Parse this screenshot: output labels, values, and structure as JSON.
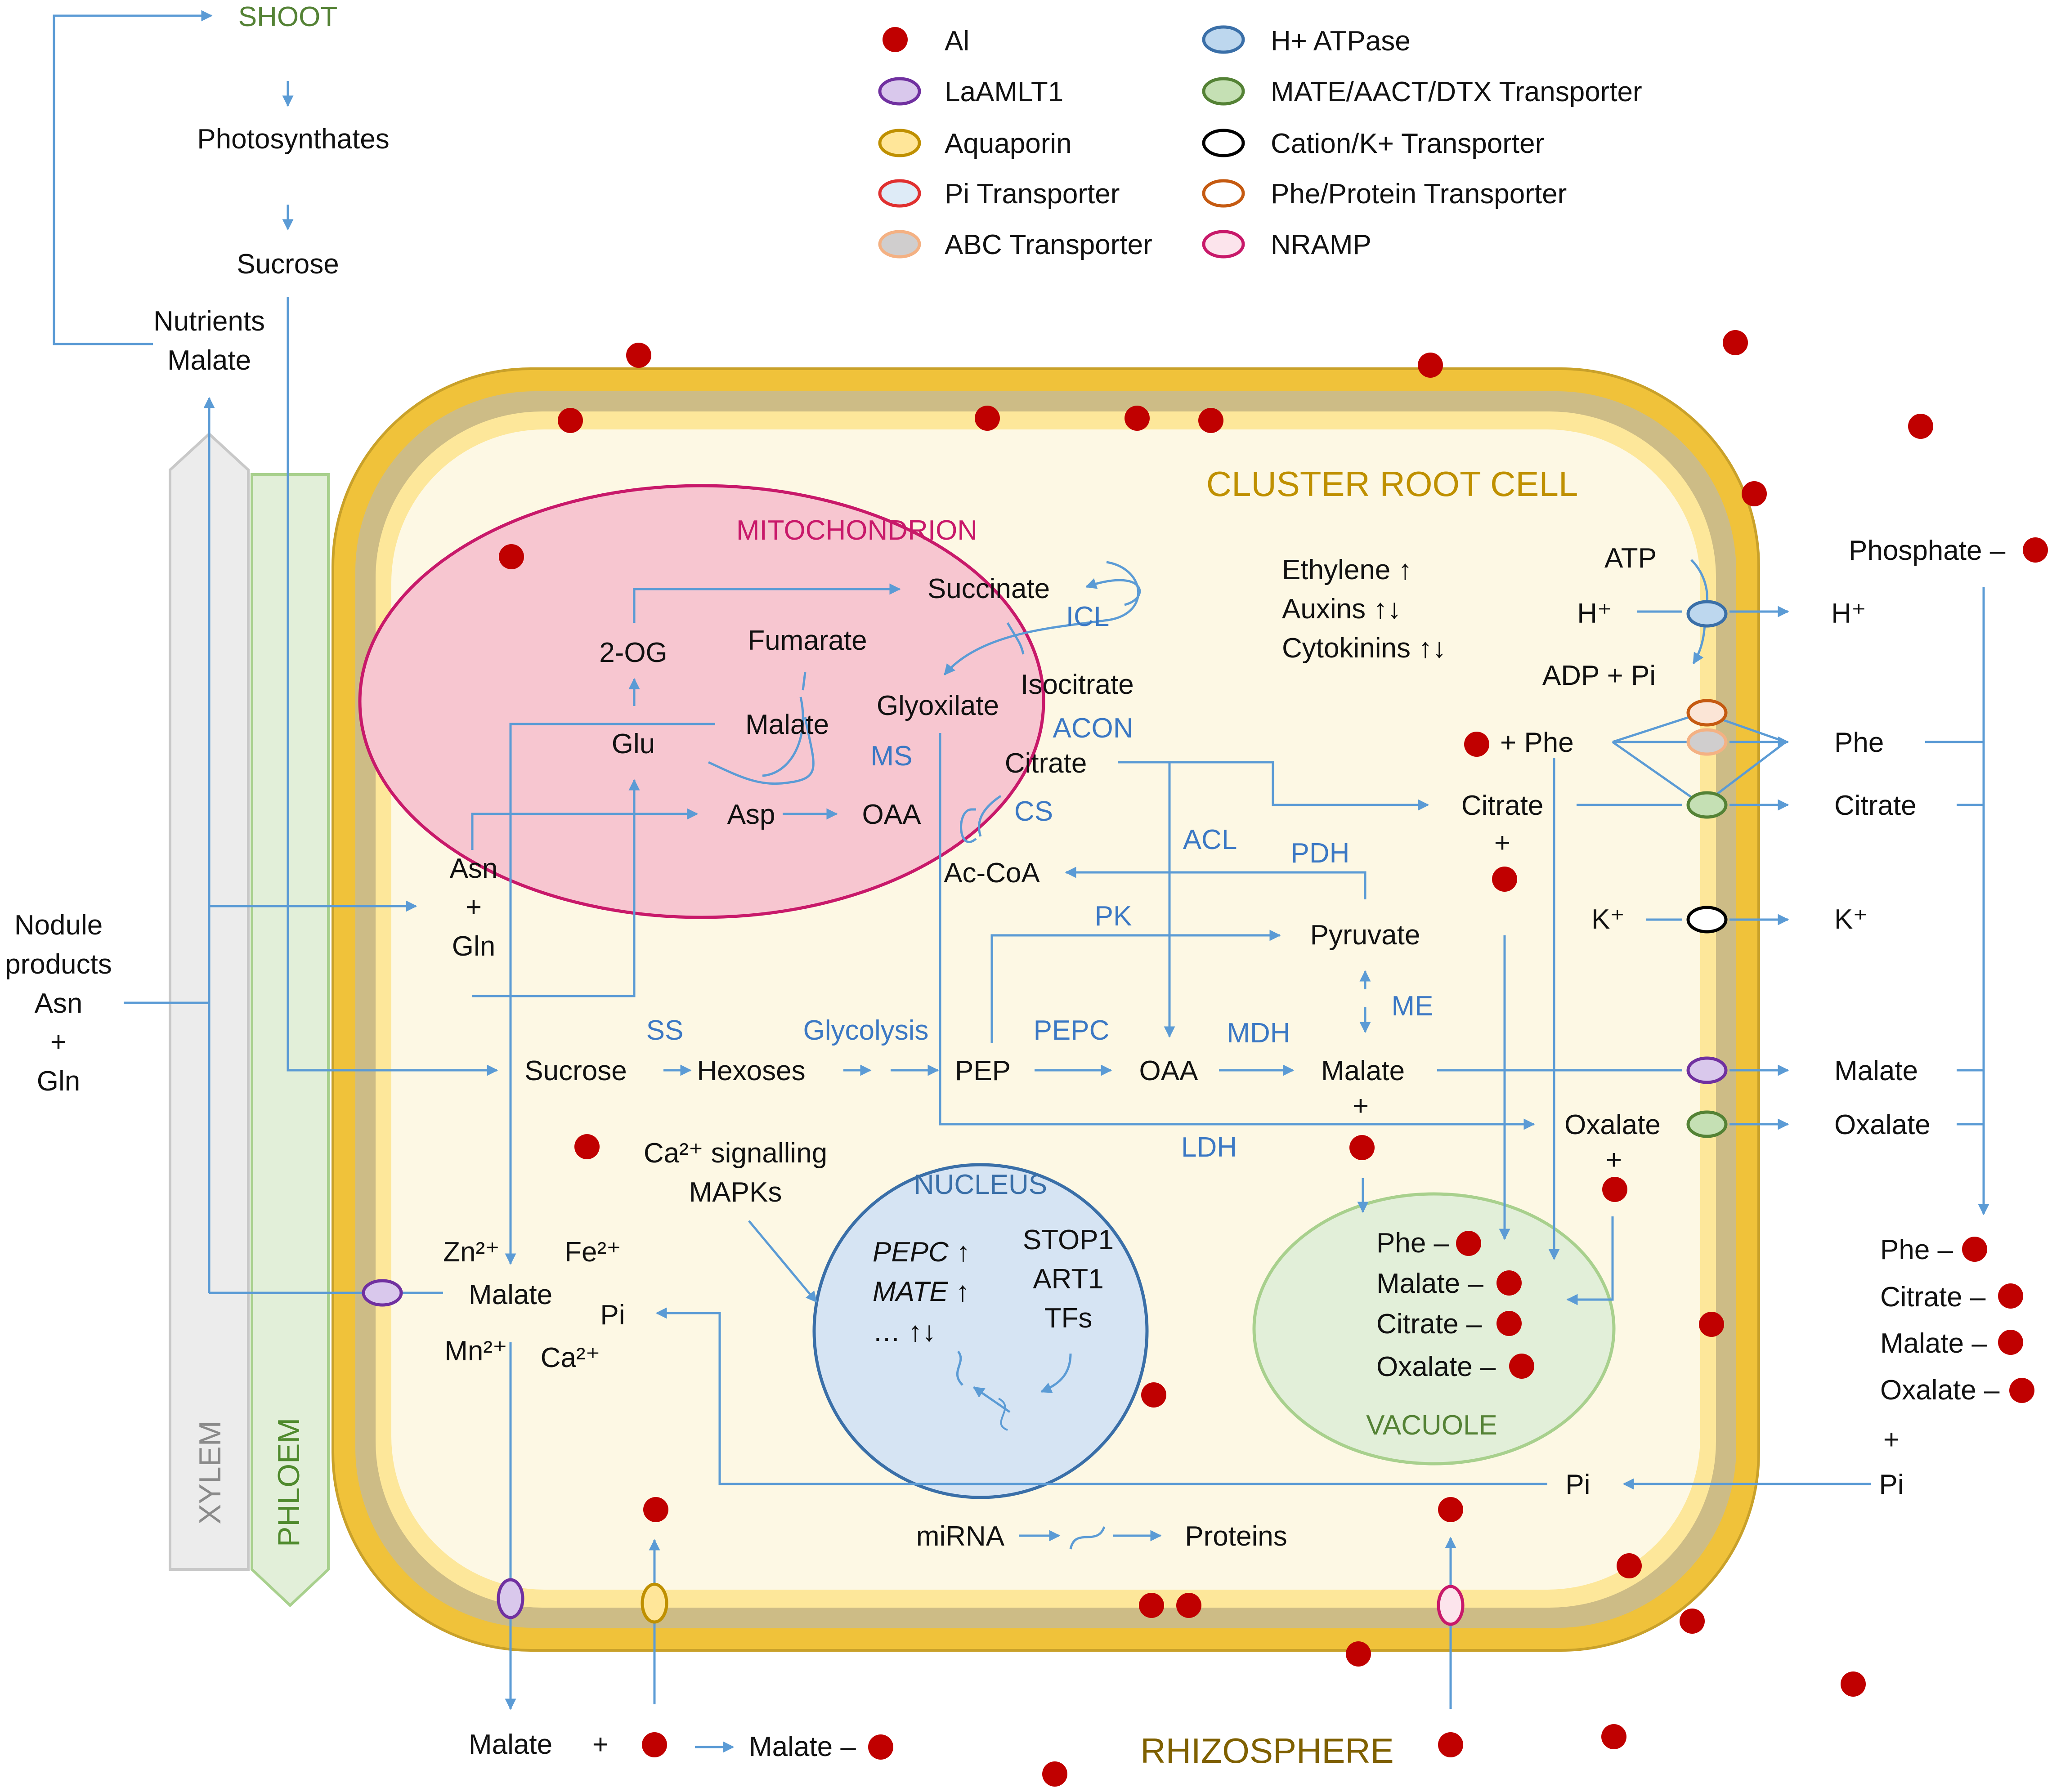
{
  "legend": [
    {
      "label": "Al",
      "symbol": "al-dot-icon"
    },
    {
      "label": "LaAMLT1",
      "symbol": "laamlt1-channel-icon"
    },
    {
      "label": "Aquaporin",
      "symbol": "aquaporin-channel-icon"
    },
    {
      "label": "Pi Transporter",
      "symbol": "pi-transporter-icon"
    },
    {
      "label": "ABC Transporter",
      "symbol": "abc-transporter-icon"
    },
    {
      "label": "H+ ATPase",
      "symbol": "h-atpase-icon"
    },
    {
      "label": "MATE/AACT/DTX Transporter",
      "symbol": "mate-transporter-icon"
    },
    {
      "label": "Cation/K+ Transporter",
      "symbol": "cation-transporter-icon"
    },
    {
      "label": "Phe/Protein Transporter",
      "symbol": "phe-transporter-icon"
    },
    {
      "label": "NRAMP",
      "symbol": "nramp-icon"
    }
  ],
  "colors": {
    "al": "#c00000",
    "flow": "#5b9bd5",
    "enzyme": "#3b78c4",
    "cell_wall": "#f0c23a",
    "cytoplasm": "#fdf8e4",
    "mito": "#f7c6d0",
    "mito_border": "#c8196a",
    "nucleus": "#d6e4f3",
    "nucleus_border": "#3a6fa8",
    "vacuole": "#e2efd9",
    "vacuole_border": "#8fc66b",
    "xylem": "#ececec",
    "phloem": "#e2efd9"
  },
  "shoot": {
    "title": "SHOOT",
    "photosynthates": "Photosynthates",
    "sucrose": "Sucrose",
    "nutrients": "Nutrients",
    "malate": "Malate"
  },
  "labels": {
    "cell": "CLUSTER ROOT CELL",
    "mitochondrion": "MITOCHONDRION",
    "nucleus": "NUCLEUS",
    "vacuole": "VACUOLE",
    "rhizosphere": "RHIZOSPHERE",
    "xylem": "XYLEM",
    "phloem": "PHLOEM"
  },
  "nodule": [
    "Nodule",
    "products",
    "Asn",
    "+",
    "Gln"
  ],
  "mito": {
    "succinate": "Succinate",
    "fumarate": "Fumarate",
    "two_og": "2-OG",
    "glu": "Glu",
    "malate": "Malate",
    "glyoxilate": "Glyoxilate",
    "isocitrate": "Isocitrate",
    "citrate": "Citrate",
    "asp": "Asp",
    "oaa": "OAA",
    "acoa": "Ac-CoA",
    "icl": "ICL",
    "acon": "ACON",
    "ms": "MS",
    "cs": "CS"
  },
  "asn_gln": [
    "Asn",
    "+",
    "Gln"
  ],
  "hormones": [
    "Ethylene ↑",
    "Auxins ↑↓",
    "Cytokinins ↑↓"
  ],
  "atpase": {
    "atp": "ATP",
    "h_in": "H⁺",
    "adp": "ADP + Pi",
    "h_out": "H⁺"
  },
  "cyto": {
    "phe_in": "+ Phe",
    "citrate": "Citrate",
    "citrate_plus": "+",
    "acl": "ACL",
    "pdh": "PDH",
    "pk": "PK",
    "pyruvate": "Pyruvate",
    "me": "ME",
    "ss": "SS",
    "glycolysis": "Glycolysis",
    "pepc": "PEPC",
    "mdh": "MDH",
    "sucrose": "Sucrose",
    "hexoses": "Hexoses",
    "pep": "PEP",
    "oaa": "OAA",
    "malate": "Malate",
    "malate_plus": "+",
    "ldh": "LDH",
    "oxalate": "Oxalate",
    "oxalate_plus": "+",
    "k_in": "K⁺",
    "ca_sig": "Ca²⁺ signalling",
    "mapks": "MAPKs",
    "zn": "Zn²⁺",
    "fe": "Fe²⁺",
    "mn": "Mn²⁺",
    "ca": "Ca²⁺",
    "malate_low": "Malate",
    "pi": "Pi",
    "pi_in": "Pi",
    "mirna": "miRNA",
    "proteins": "Proteins"
  },
  "nucleus_genes": [
    "PEPC ↑",
    "MATE ↑",
    "… ↑↓"
  ],
  "nucleus_tfs": [
    "STOP1",
    "ART1",
    "TFs"
  ],
  "vacuole_items": [
    "Phe –",
    "Malate –",
    "Citrate –",
    "Oxalate –"
  ],
  "outside": {
    "phosphate": "Phosphate –",
    "h": "H⁺",
    "phe": "Phe",
    "citrate": "Citrate",
    "k": "K⁺",
    "malate": "Malate",
    "oxalate": "Oxalate",
    "complex": [
      "Phe –",
      "Citrate –",
      "Malate –",
      "Oxalate –"
    ],
    "plus": "+",
    "pi": "Pi"
  },
  "rhizo": {
    "malate": "Malate",
    "plus": "+",
    "complex": "Malate –"
  }
}
